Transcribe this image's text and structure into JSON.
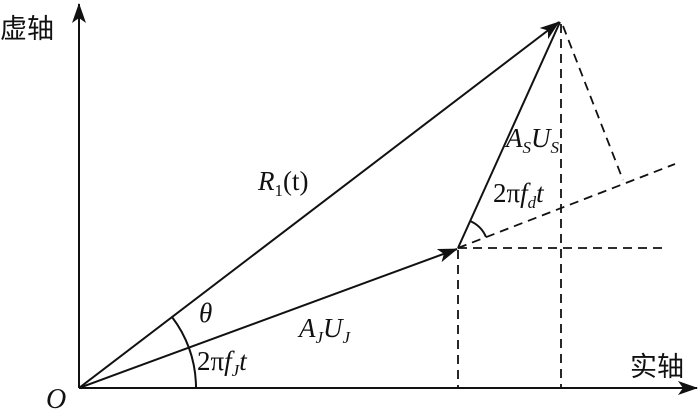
{
  "axes": {
    "imag_label": "虚轴",
    "real_label": "实轴",
    "origin_label": "O"
  },
  "vectors": {
    "resultant": {
      "sym": "R",
      "sub": "1",
      "arg": "(t)"
    },
    "jammer": {
      "a": "A",
      "a_sub": "J",
      "u": "U",
      "u_sub": "J"
    },
    "signal": {
      "a": "A",
      "a_sub": "S",
      "u": "U",
      "u_sub": "S"
    }
  },
  "angles": {
    "theta": "θ",
    "jammer_phase": {
      "pre": "2π",
      "f": "f",
      "sub": "J",
      "post": "t"
    },
    "doppler_phase": {
      "pre": "2π",
      "f": "f",
      "sub": "d",
      "post": "t"
    }
  }
}
